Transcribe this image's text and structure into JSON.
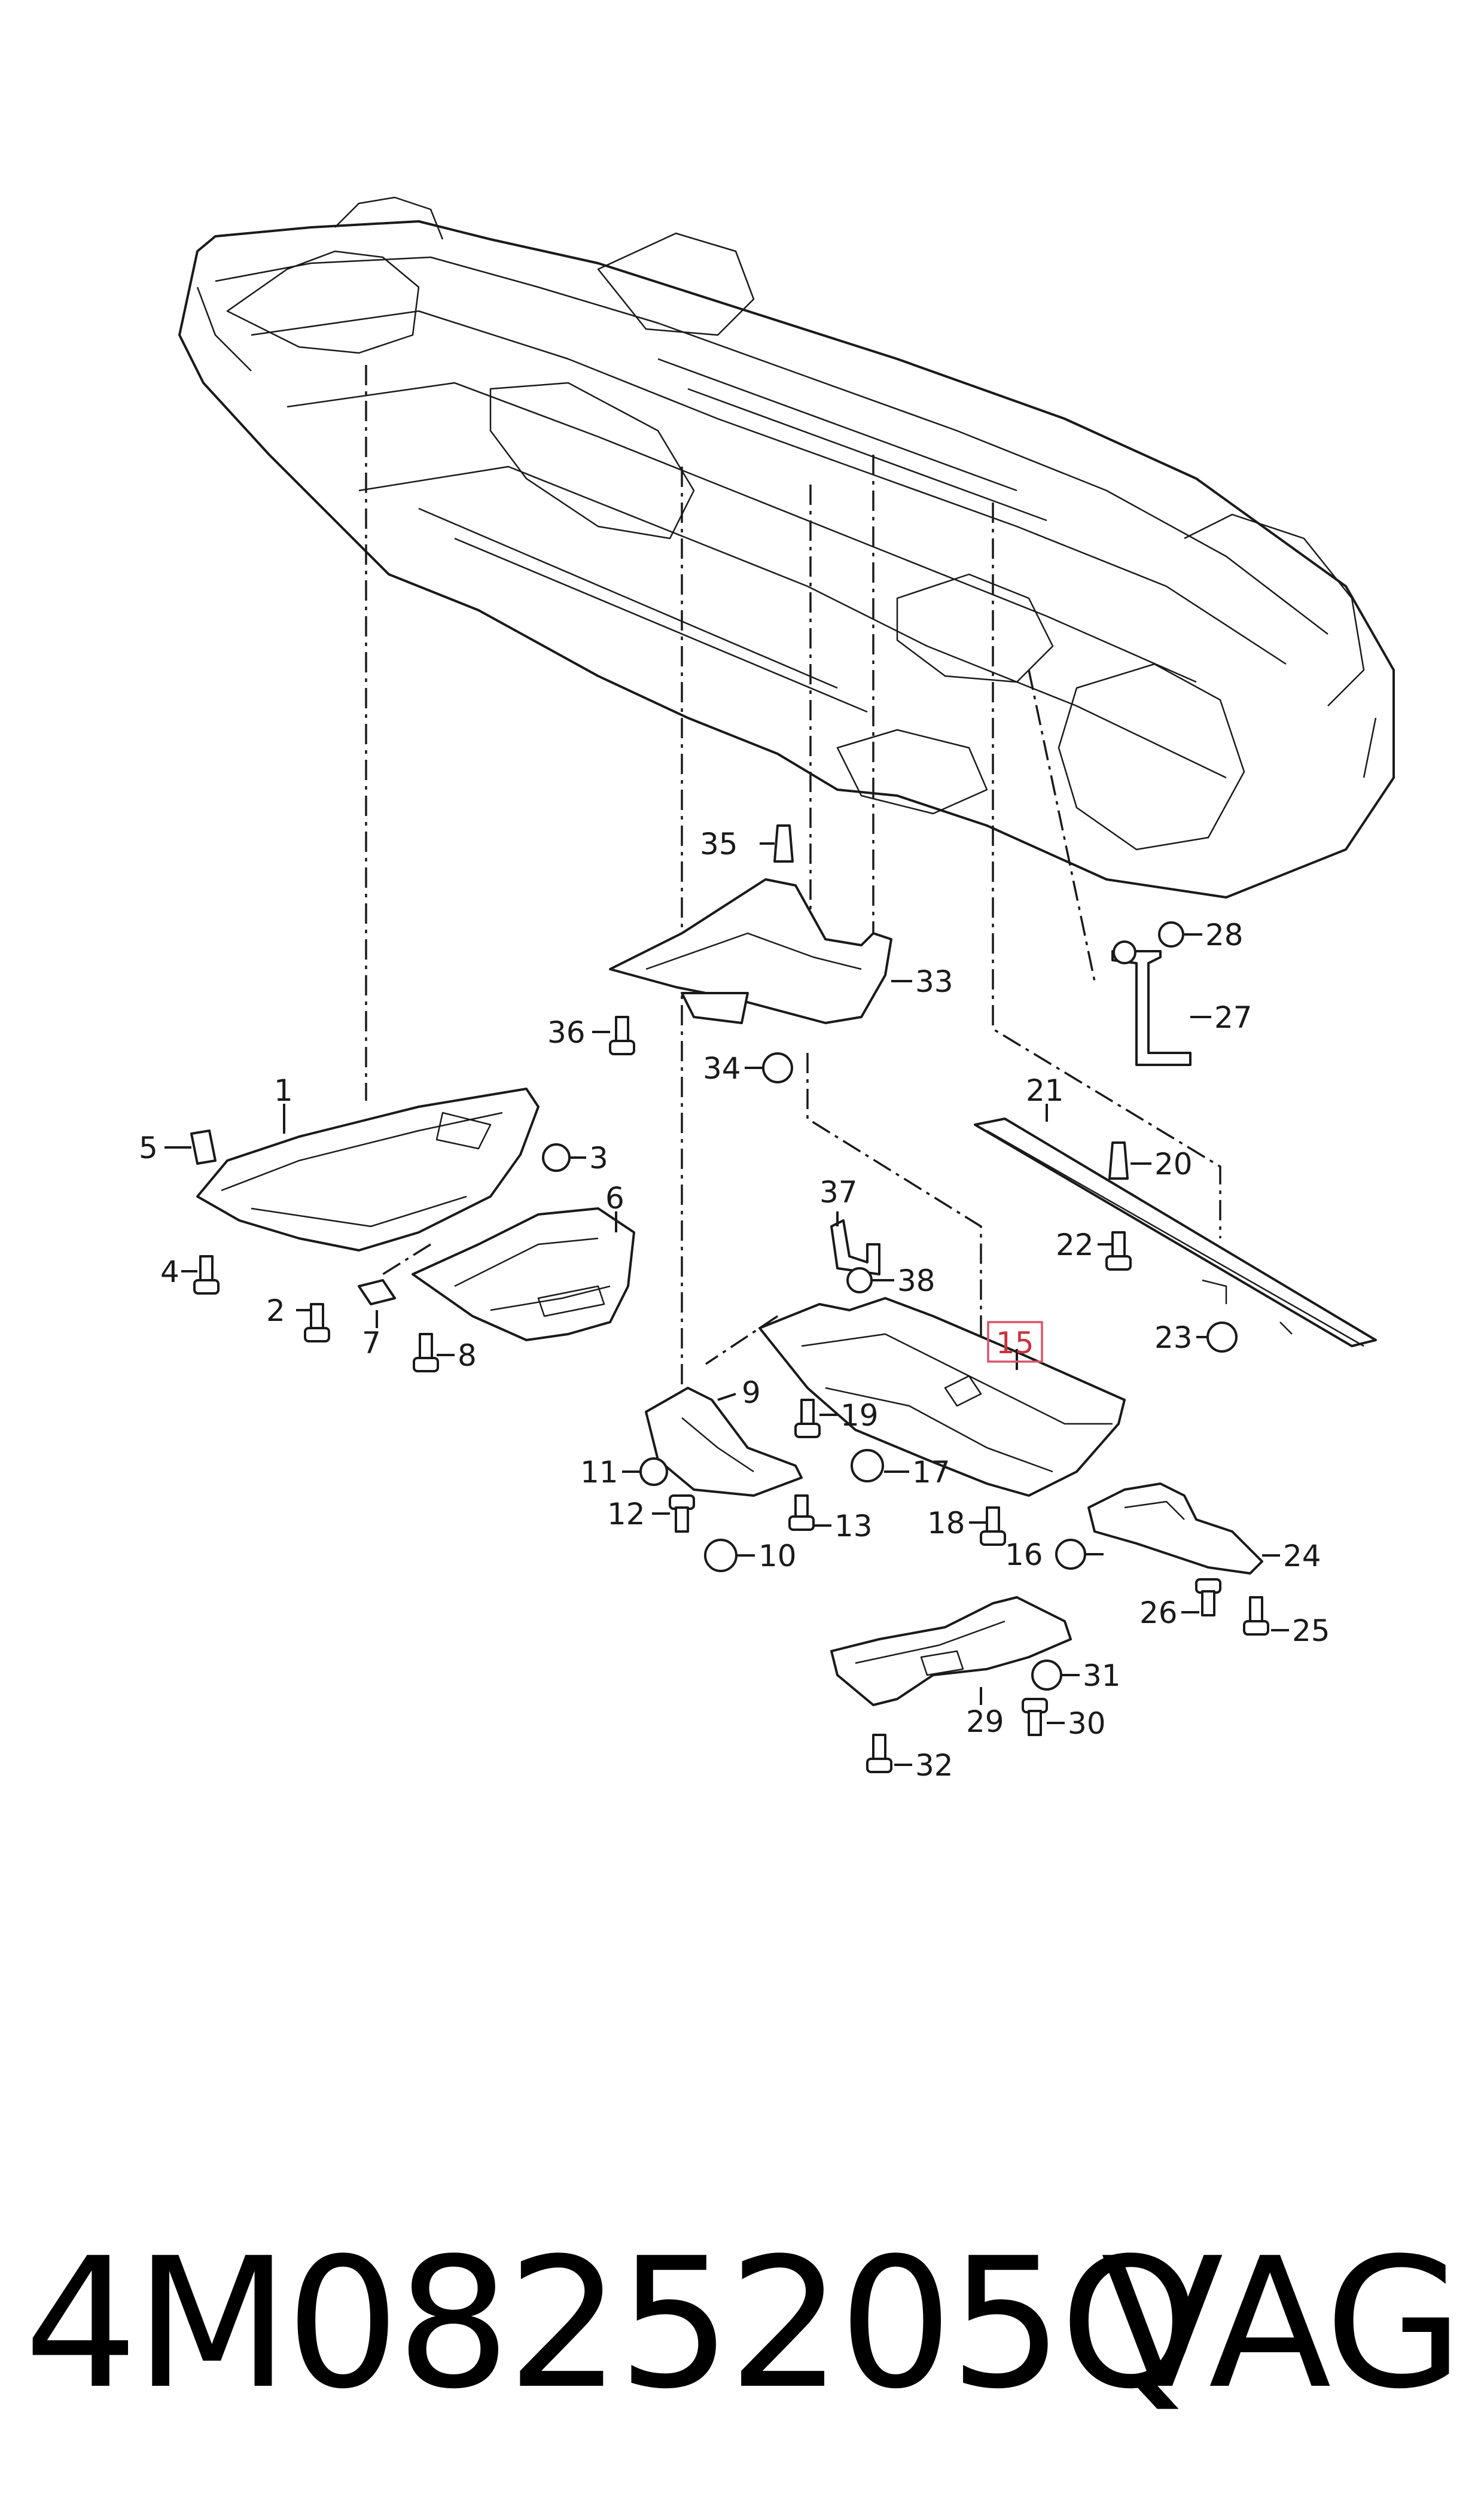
{
  "diagram": {
    "callouts": [
      "1",
      "2",
      "3",
      "4",
      "5",
      "6",
      "7",
      "8",
      "9",
      "10",
      "11",
      "12",
      "13",
      "15",
      "16",
      "17",
      "18",
      "19",
      "20",
      "21",
      "22",
      "23",
      "24",
      "25",
      "26",
      "27",
      "28",
      "29",
      "30",
      "31",
      "32",
      "33",
      "34",
      "35",
      "36",
      "37",
      "38"
    ],
    "highlighted_callout": "15",
    "highlight_color": "#d9556a"
  },
  "footer": {
    "part_number": "4M0825205Q",
    "brand": "VAG"
  }
}
